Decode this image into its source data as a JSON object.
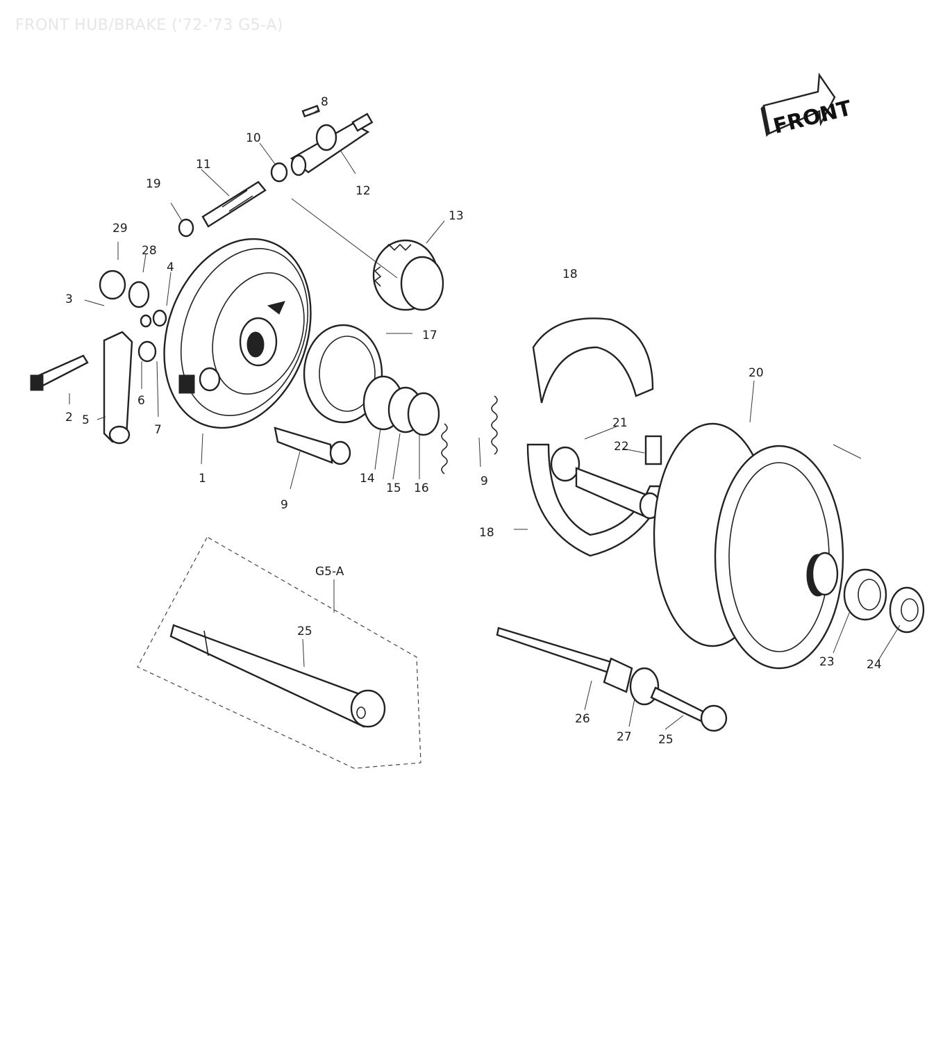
{
  "title": "FRONT HUB/BRAKE ('72-'73 G5-A)",
  "front_badge": "FRONT",
  "group_label": "G5-A",
  "callouts": [
    {
      "id": "c1",
      "text": "1"
    },
    {
      "id": "c2",
      "text": "2"
    },
    {
      "id": "c3",
      "text": "3"
    },
    {
      "id": "c4",
      "text": "4"
    },
    {
      "id": "c5",
      "text": "5"
    },
    {
      "id": "c6",
      "text": "6"
    },
    {
      "id": "c7",
      "text": "7"
    },
    {
      "id": "c8",
      "text": "8"
    },
    {
      "id": "c9a",
      "text": "9"
    },
    {
      "id": "c9b",
      "text": "9"
    },
    {
      "id": "c10",
      "text": "10"
    },
    {
      "id": "c11",
      "text": "11"
    },
    {
      "id": "c12",
      "text": "12"
    },
    {
      "id": "c13",
      "text": "13"
    },
    {
      "id": "c14",
      "text": "14"
    },
    {
      "id": "c15",
      "text": "15"
    },
    {
      "id": "c16",
      "text": "16"
    },
    {
      "id": "c17",
      "text": "17"
    },
    {
      "id": "c18a",
      "text": "18"
    },
    {
      "id": "c18b",
      "text": "18"
    },
    {
      "id": "c19",
      "text": "19"
    },
    {
      "id": "c20",
      "text": "20"
    },
    {
      "id": "c21",
      "text": "21"
    },
    {
      "id": "c22",
      "text": "22"
    },
    {
      "id": "c23",
      "text": "23"
    },
    {
      "id": "c24",
      "text": "24"
    },
    {
      "id": "c25a",
      "text": "25"
    },
    {
      "id": "c25b",
      "text": "25"
    },
    {
      "id": "c26",
      "text": "26"
    },
    {
      "id": "c27",
      "text": "27"
    },
    {
      "id": "c28",
      "text": "28"
    },
    {
      "id": "c29",
      "text": "29"
    }
  ]
}
